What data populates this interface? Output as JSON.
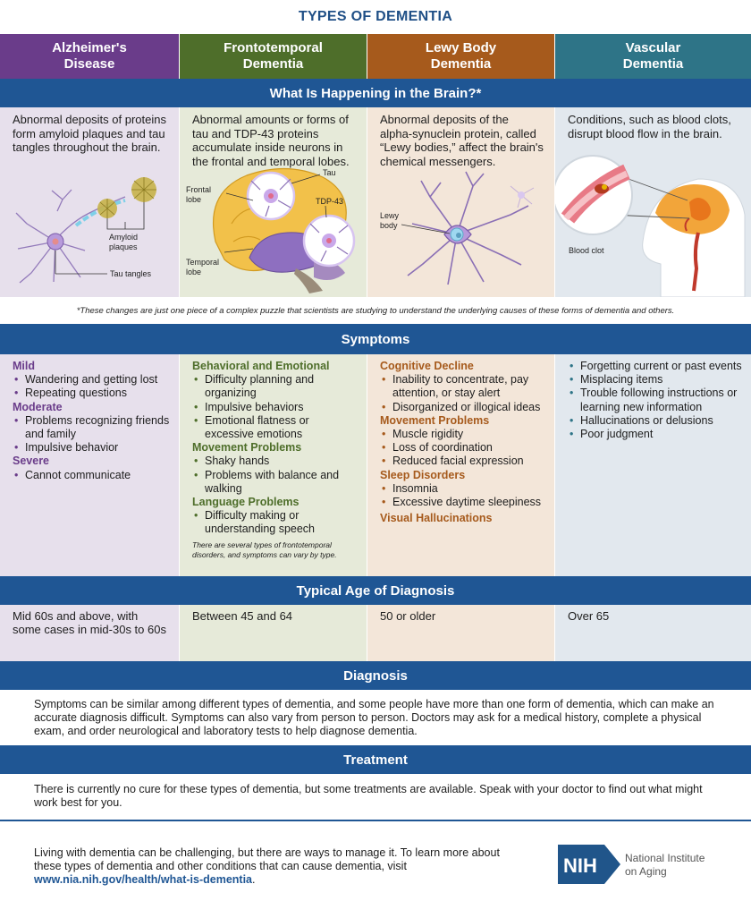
{
  "title": "TYPES OF DEMENTIA",
  "columns": [
    {
      "name_line1": "Alzheimer's",
      "name_line2": "Disease"
    },
    {
      "name_line1": "Frontotemporal",
      "name_line2": "Dementia"
    },
    {
      "name_line1": "Lewy Body",
      "name_line2": "Dementia"
    },
    {
      "name_line1": "Vascular",
      "name_line2": "Dementia"
    }
  ],
  "brain": {
    "heading": "What Is Happening in the Brain?*",
    "texts": [
      "Abnormal deposits of proteins form amyloid plaques and tau tangles throughout the brain.",
      "Abnormal amounts or forms of tau and TDP-43 proteins accumulate inside neurons in the frontal and temporal lobes.",
      "Abnormal deposits of the alpha-synuclein protein, called “Lewy bodies,” affect the brain's chemical messengers.",
      "Conditions, such as blood clots, disrupt blood flow in the brain."
    ],
    "labels": {
      "amyloid_1": "Amyloid",
      "amyloid_2": "plaques",
      "tau_tangles": "Tau tangles",
      "frontal_1": "Frontal",
      "frontal_2": "lobe",
      "temporal_1": "Temporal",
      "temporal_2": "lobe",
      "tau": "Tau",
      "tdp43": "TDP-43",
      "lewy_1": "Lewy",
      "lewy_2": "body",
      "blood_clot": "Blood clot"
    },
    "footnote": "*These changes are just one piece of a complex puzzle that scientists are studying to understand the underlying causes of these forms of dementia and others."
  },
  "symptoms": {
    "heading": "Symptoms",
    "alz": {
      "mild": "Mild",
      "mild_items": [
        "Wandering and getting lost",
        "Repeating questions"
      ],
      "moderate": "Moderate",
      "moderate_items": [
        "Problems recognizing friends and family",
        "Impulsive behavior"
      ],
      "severe": "Severe",
      "severe_items": [
        "Cannot communicate"
      ]
    },
    "ftd": {
      "behav": "Behavioral and Emotional",
      "behav_items": [
        "Difficulty planning and organizing",
        "Impulsive behaviors",
        "Emotional flatness or excessive emotions"
      ],
      "move": "Movement Problems",
      "move_items": [
        "Shaky hands",
        "Problems with balance and walking"
      ],
      "lang": "Language Problems",
      "lang_items": [
        "Difficulty making or understanding speech"
      ],
      "note": "There are several types of frontotemporal disorders, and symptoms can vary by type."
    },
    "lbd": {
      "cog": "Cognitive Decline",
      "cog_items": [
        "Inability to concentrate, pay attention, or stay alert",
        "Disorganized or illogical ideas"
      ],
      "move": "Movement Problems",
      "move_items": [
        "Muscle rigidity",
        "Loss of coordination",
        "Reduced facial expression"
      ],
      "sleep": "Sleep Disorders",
      "sleep_items": [
        "Insomnia",
        "Excessive daytime sleepiness"
      ],
      "visual": "Visual Hallucinations"
    },
    "vas": {
      "items": [
        "Forgetting current or past events",
        "Misplacing items",
        "Trouble following instructions or learning new information",
        "Hallucinations or delusions",
        "Poor judgment"
      ]
    }
  },
  "age": {
    "heading": "Typical Age of Diagnosis",
    "values": [
      "Mid 60s and above, with some cases in mid-30s to 60s",
      "Between 45 and 64",
      "50 or older",
      "Over 65"
    ]
  },
  "diagnosis": {
    "heading": "Diagnosis",
    "text": "Symptoms can be similar among different types of dementia, and some people have more than one form of dementia, which can make an accurate diagnosis difficult. Symptoms can also vary from person to person. Doctors may ask for a medical history, complete a physical exam, and order neurological and laboratory tests to help diagnose dementia."
  },
  "treatment": {
    "heading": "Treatment",
    "text": "There is currently no cure for these types of dementia, but some treatments are available. Speak with your doctor to find out what might work best for you."
  },
  "footer": {
    "text": "Living with dementia can be challenging, but there are ways to manage it. To learn more about these types of dementia and other conditions that can cause dementia, visit ",
    "link": "www.nia.nih.gov/health/what-is-dementia",
    "after_link": ".",
    "logo_text": "NIH",
    "org_line1": "National Institute",
    "org_line2": "on Aging"
  },
  "colors": {
    "alzheimers": "#6a3c8a",
    "frontotemporal": "#4e6e2a",
    "lewy_body": "#a65a1c",
    "vascular": "#2e7487",
    "band": "#1f5694"
  }
}
